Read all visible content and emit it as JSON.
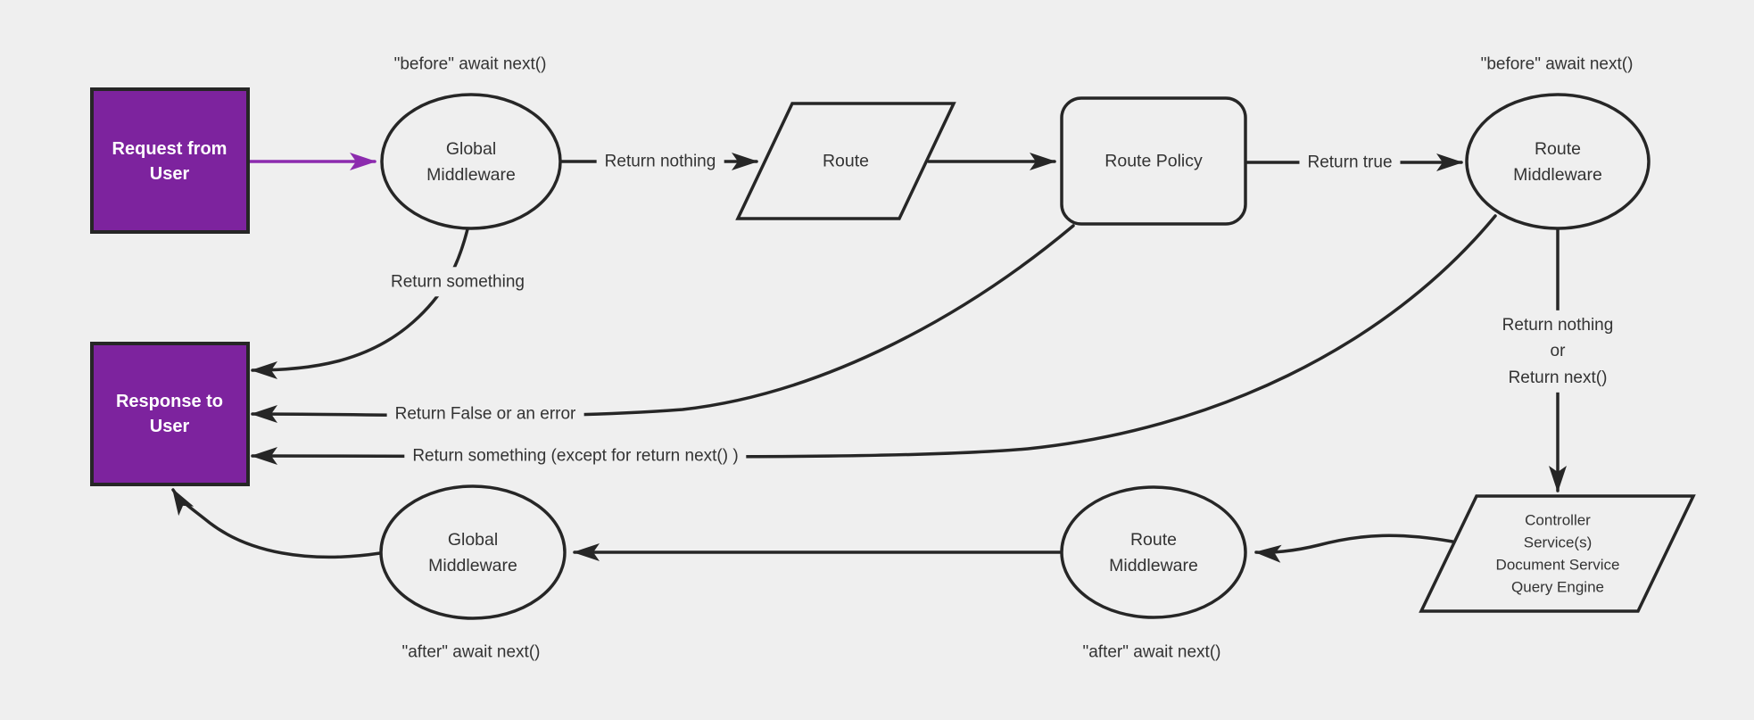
{
  "diagram": {
    "colors": {
      "background": "#efefef",
      "node_fill": "#efefef",
      "stroke": "#262626",
      "purple_fill": "#7d239e",
      "purple_arrow": "#8c2bae",
      "text": "#333333",
      "box_text": "#ffffff"
    },
    "nodes": {
      "request": {
        "label": "Request from\nUser"
      },
      "global_middleware_top": {
        "label": "Global\nMiddleware"
      },
      "route": {
        "label": "Route"
      },
      "route_policy": {
        "label": "Route Policy"
      },
      "route_middleware_top": {
        "label": "Route\nMiddleware"
      },
      "controller": {
        "label": "Controller\nService(s)\nDocument Service\nQuery Engine"
      },
      "route_middleware_bottom": {
        "label": "Route\nMiddleware"
      },
      "global_middleware_bottom": {
        "label": "Global\nMiddleware"
      },
      "response": {
        "label": "Response to\nUser"
      }
    },
    "labels": {
      "before_await_left": "\"before\" await next()",
      "before_await_right": "\"before\" await next()",
      "return_nothing": "Return nothing",
      "return_true": "Return true",
      "return_something": "Return something",
      "return_false_or_error": "Return False or an error",
      "return_something_except": "Return something (except for return next() )",
      "return_nothing_or_next": "Return nothing\nor\nReturn next()",
      "after_await_left": "\"after\" await next()",
      "after_await_right": "\"after\" await next()"
    }
  }
}
